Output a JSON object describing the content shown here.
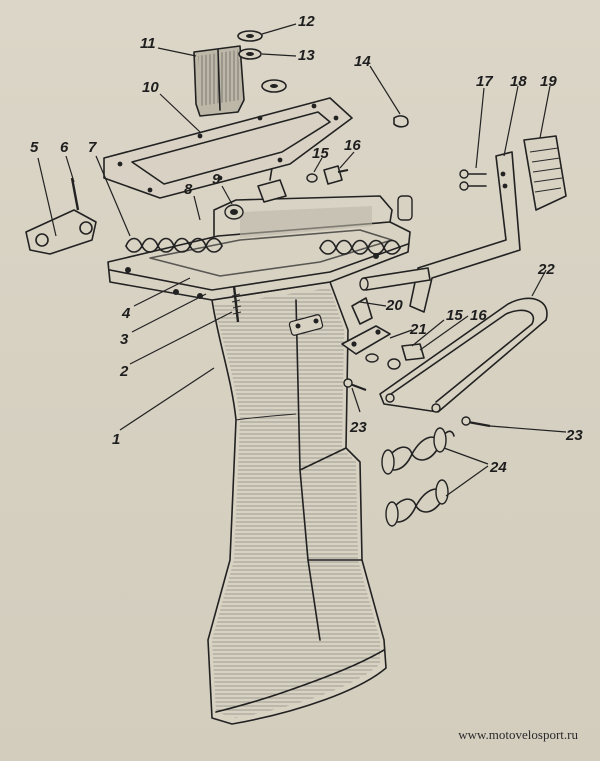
{
  "callouts": [
    "1",
    "2",
    "3",
    "4",
    "5",
    "6",
    "7",
    "8",
    "9",
    "10",
    "11",
    "12",
    "13",
    "14",
    "15",
    "15",
    "16",
    "16",
    "17",
    "18",
    "19",
    "20",
    "21",
    "22",
    "23",
    "23",
    "24"
  ],
  "watermark": "www.motovelosport.ru"
}
